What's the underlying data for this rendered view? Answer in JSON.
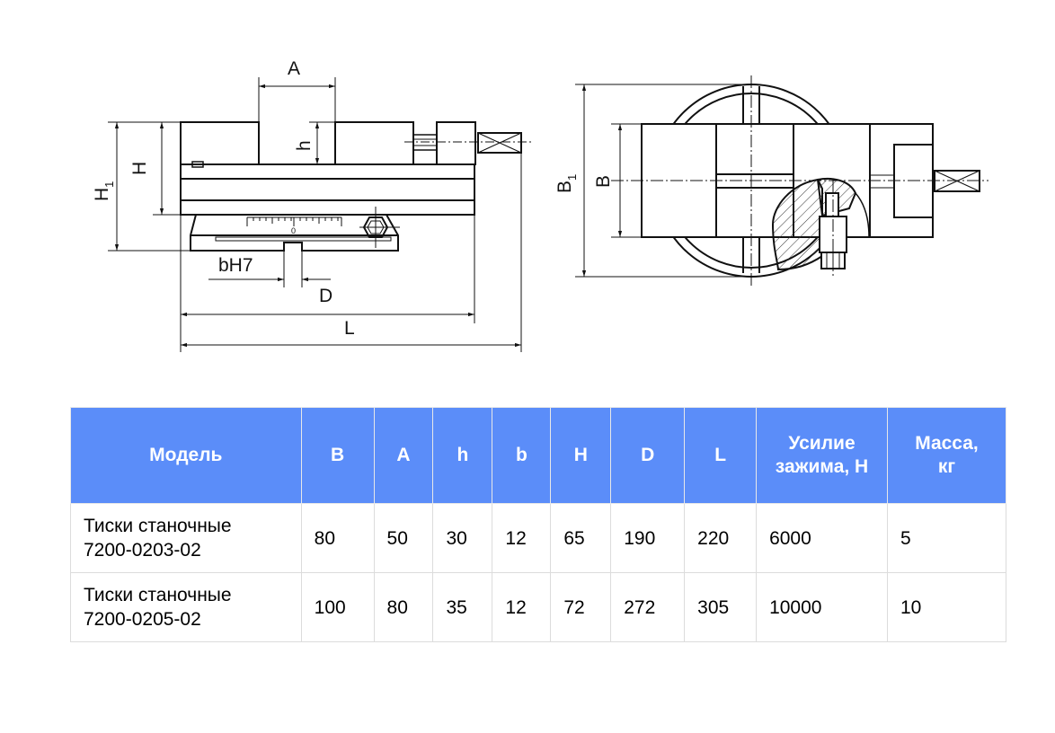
{
  "drawing": {
    "labels": {
      "A": "A",
      "h": "h",
      "H": "H",
      "H1": "H",
      "H1_sub": "1",
      "bH7": "bH7",
      "D": "D",
      "L": "L",
      "B": "B",
      "B1": "B",
      "B1_sub": "1",
      "scale_zero": "0"
    }
  },
  "table": {
    "header_color": "#5b8df9",
    "headers": [
      "Модель",
      "B",
      "A",
      "h",
      "b",
      "H",
      "D",
      "L",
      "Усилие зажима, Н",
      "Масса, кг"
    ],
    "rows": [
      {
        "model_line1": "Тиски станочные",
        "model_line2": "7200-0203-02",
        "values": [
          "80",
          "50",
          "30",
          "12",
          "65",
          "190",
          "220",
          "6000",
          "5"
        ]
      },
      {
        "model_line1": "Тиски станочные",
        "model_line2": "7200-0205-02",
        "values": [
          "100",
          "80",
          "35",
          "12",
          "72",
          "272",
          "305",
          "10000",
          "10"
        ]
      }
    ]
  }
}
